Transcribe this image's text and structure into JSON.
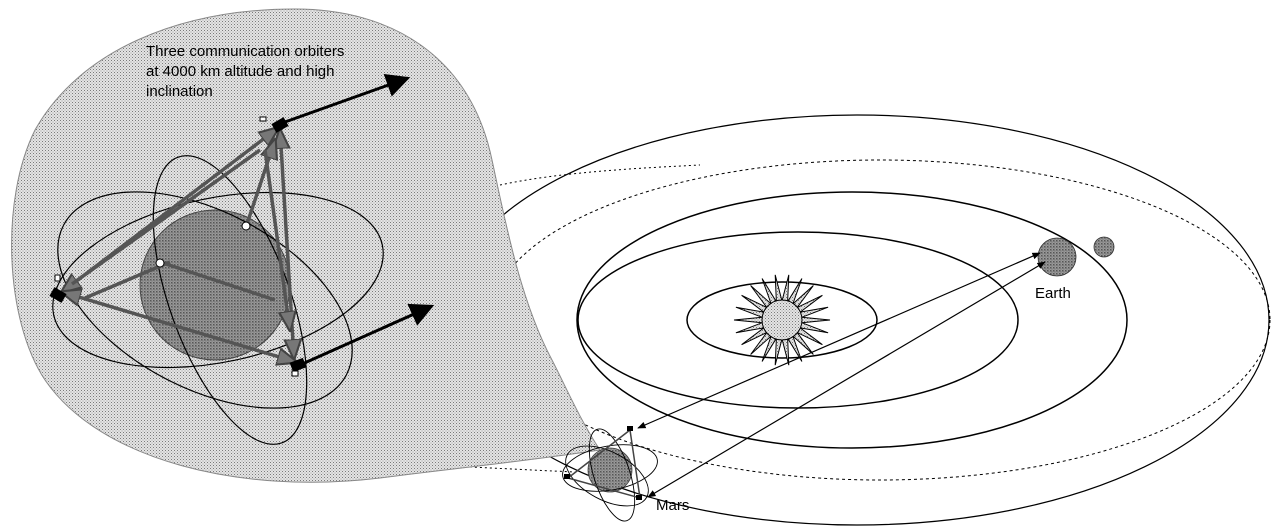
{
  "caption": {
    "line1": "Three communication orbiters",
    "line2": "at 4000 km altitude and high",
    "line3": "inclination"
  },
  "labels": {
    "earth": "Earth",
    "mars": "Mars"
  },
  "colors": {
    "stroke": "#000000",
    "shade_fill": "#d6d6d6",
    "planet_fill": "#8a8a8a",
    "sun_fill": "#cfcfcf"
  },
  "icons": [
    "sun-icon",
    "earth-icon",
    "moon-icon",
    "mars-icon",
    "satellite-icon"
  ]
}
